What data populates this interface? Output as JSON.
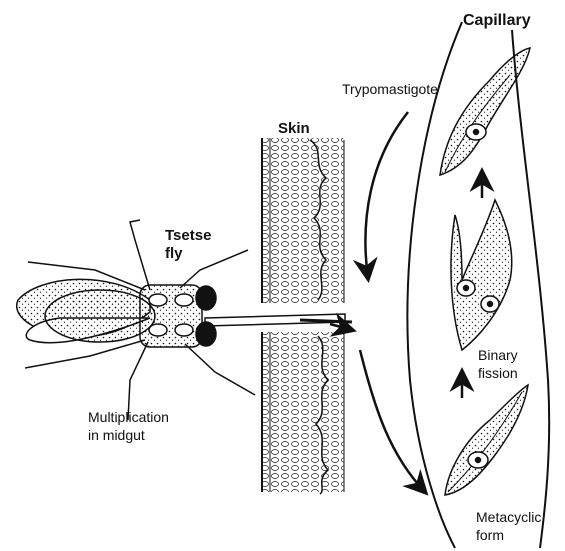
{
  "labels": {
    "capillary": "Capillary",
    "trypomastigote": "Trypomastigote",
    "skin": "Skin",
    "tsetse_line1": "Tsetse",
    "tsetse_line2": "fly",
    "binary_line1": "Binary",
    "binary_line2": "fission",
    "multiplication_line1": "Multiplication",
    "multiplication_line2": "in midgut",
    "metacyclic_line1": "Metacyclic",
    "metacyclic_line2": "form"
  },
  "colors": {
    "ink": "#111111",
    "paper": "#ffffff"
  }
}
